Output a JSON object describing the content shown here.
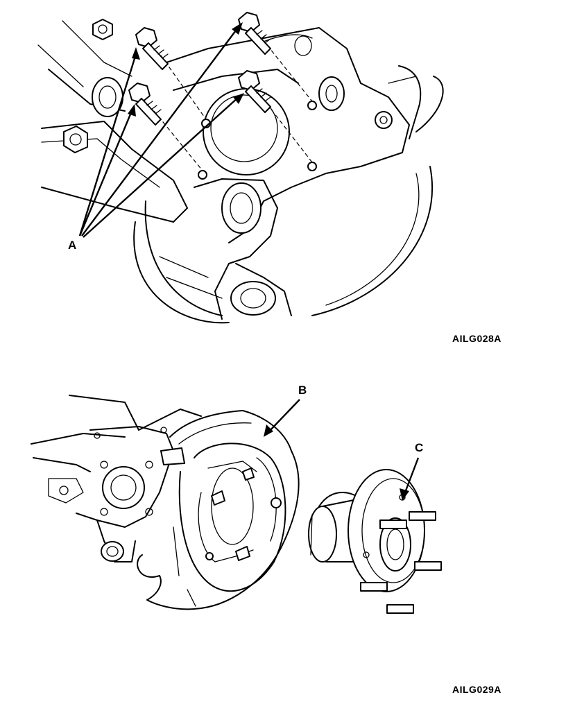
{
  "figures": [
    {
      "figure_id": "AILG028A",
      "callouts": [
        "A"
      ]
    },
    {
      "figure_id": "AILG029A",
      "callouts": [
        "B",
        "C"
      ]
    }
  ]
}
